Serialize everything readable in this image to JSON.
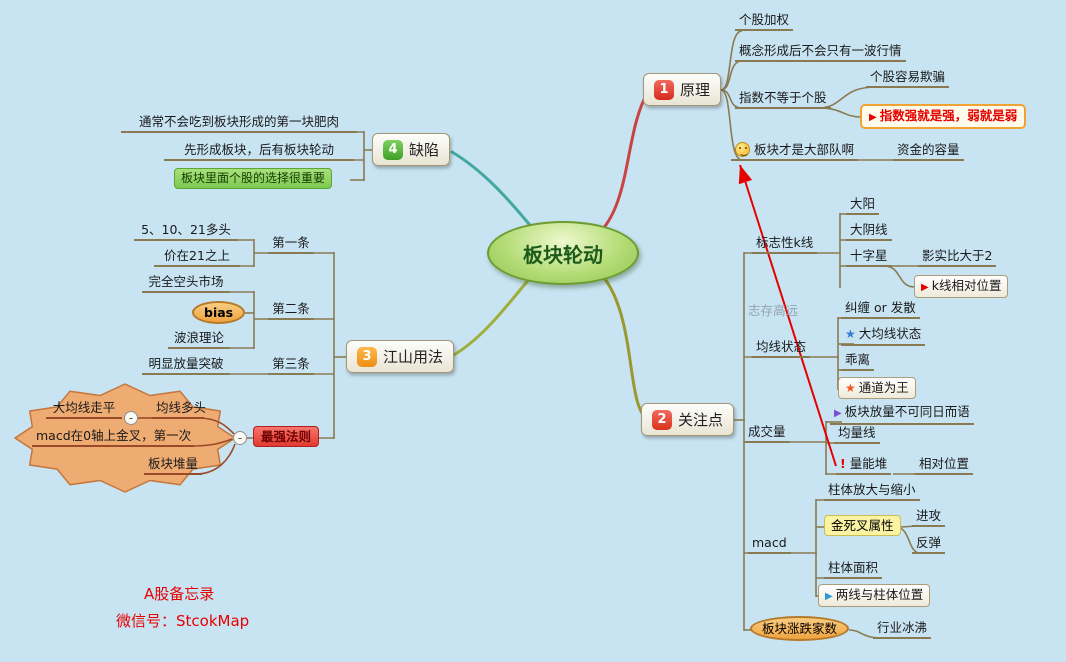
{
  "central": "板块轮动",
  "b1": {
    "num": "1",
    "label": "原理",
    "c1": "个股加权",
    "c2": "概念形成后不会只有一波行情",
    "c3": "指数不等于个股",
    "c3a": "个股容易欺骗",
    "c3b": "指数强就是强，弱就是弱",
    "c4": "板块才是大部队啊",
    "c4a": "资金的容量"
  },
  "b2": {
    "num": "2",
    "label": "关注点",
    "k1": "标志性k线",
    "k1a": "大阳",
    "k1b": "大阴线",
    "k1c": "十字星",
    "k1c1": "影实比大于2",
    "k1c2": "k线相对位置",
    "note": "志存高远",
    "k2": "均线状态",
    "k2a": "纠缠 or 发散",
    "k2b": "大均线状态",
    "k2c": "乖离",
    "k2d": "通道为王",
    "k3": "成交量",
    "k3a": "板块放量不可同日而语",
    "k3b": "均量线",
    "k3c": "量能堆",
    "k3c1": "相对位置",
    "k4": "macd",
    "k4a": "柱体放大与缩小",
    "k4b": "金死叉属性",
    "k4b1": "进攻",
    "k4b2": "反弹",
    "k4c": "柱体面积",
    "k4d": "两线与柱体位置",
    "k5": "板块涨跌家数",
    "k5a": "行业冰沸"
  },
  "b3": {
    "num": "3",
    "label": "江山用法",
    "r1": "第一条",
    "r1a": "5、10、21多头",
    "r1b": "价在21之上",
    "r2": "第二条",
    "r2a": "完全空头市场",
    "r2b": "bias",
    "r2c": "波浪理论",
    "r3": "第三条",
    "r3a": "明显放量突破",
    "r4": "最强法则",
    "cloud1": "大均线走平",
    "cloud2": "均线多头",
    "cloud3": "macd在0轴上金叉，第一次",
    "cloud4": "板块堆量"
  },
  "b4": {
    "num": "4",
    "label": "缺陷",
    "c1": "通常不会吃到板块形成的第一块肥肉",
    "c2": "先形成板块，后有板块轮动",
    "c3": "板块里面个股的选择很重要"
  },
  "footer": {
    "line1": "A股备忘录",
    "line2": "微信号：StcokMap"
  },
  "icons": {
    "smiley": "smile-face",
    "triangle_right": "▶",
    "star": "★",
    "exclamation": "!",
    "collapse_minus": "-"
  },
  "colors": {
    "background": "#c8e4f2",
    "branch_principle": "#c94343",
    "branch_focus": "#99992f",
    "branch_defect": "#43a89f",
    "branch_usage": "#9fae3c",
    "twig": "#8a7a52",
    "cloud_fill": "#eeab72",
    "cloud_stroke": "#c4763c",
    "highlight_green": "#8ed06c",
    "highlight_red": "#e03a30",
    "highlight_yellow": "#faf3a2",
    "warning_border": "#f0a232",
    "arrow_red": "#e60000",
    "badge1": "#d32b1e",
    "badge2": "#d8321c",
    "badge3": "#ef8e12",
    "badge4": "#3f9f28"
  }
}
